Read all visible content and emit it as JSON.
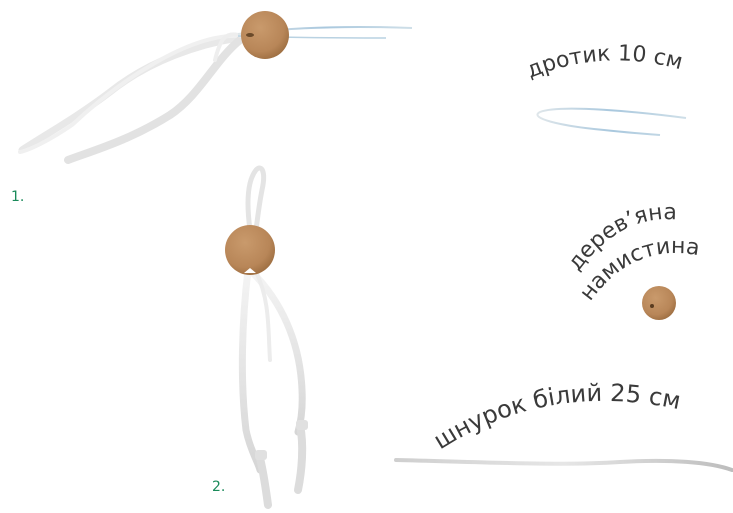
{
  "steps": [
    {
      "number": "1."
    },
    {
      "number": "2."
    }
  ],
  "labels": {
    "wire": "дротик 10 см",
    "bead_line1": "дерев’яна",
    "bead_line2": "намистина",
    "cord": "шнурок білий 25 см"
  },
  "colors": {
    "bead": "#b88658",
    "bead_dark": "#8f6235",
    "wire": "#a9c8de",
    "cord": "#e4e4e4",
    "cord_shadow": "#cfcfcf",
    "step_number": "#1a8a5a",
    "label": "#3a3a3a"
  }
}
